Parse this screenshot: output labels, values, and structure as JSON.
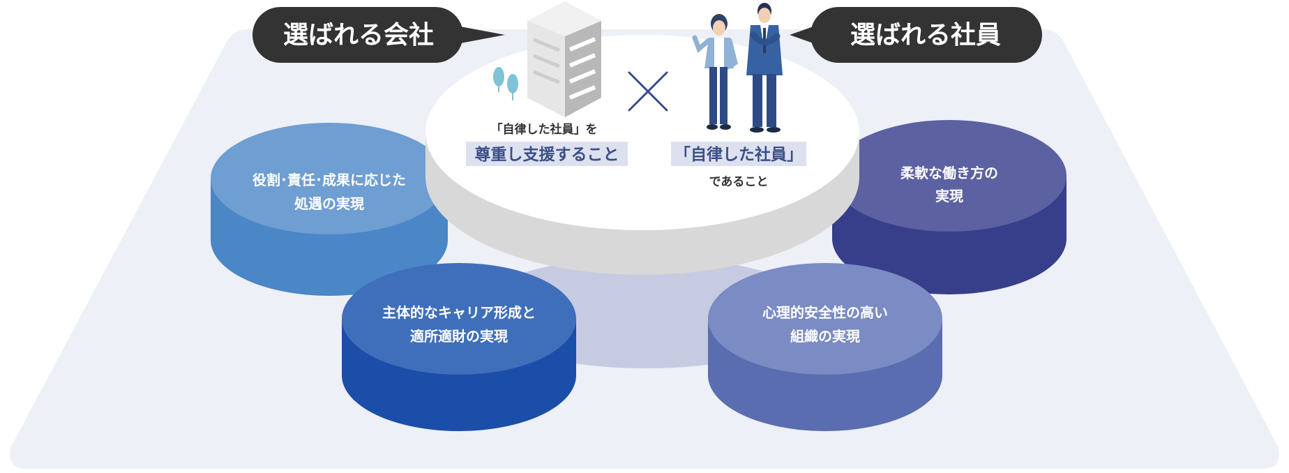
{
  "callouts": {
    "company": "選ばれる会社",
    "employee": "選ばれる社員"
  },
  "center": {
    "company_line1": "「自律した社員」を",
    "company_line2": "尊重し支援すること",
    "cross_symbol": "×",
    "employee_line1": "「自律した社員」",
    "employee_line2": "であること"
  },
  "pillars": [
    {
      "line1": "役割･責任･成果に応じた",
      "line2": "処遇の実現"
    },
    {
      "line1": "主体的なキャリア形成と",
      "line2": "適所適財の実現"
    },
    {
      "line1": "柔軟な働き方の",
      "line2": "実現"
    },
    {
      "line1": "心理的安全性の高い",
      "line2": "組織の実現"
    }
  ],
  "colors": {
    "floor": "#eef0f7",
    "callout_bg": "#333333",
    "center_top": "#ffffff",
    "center_side": "#d8d8d8",
    "highlight": "#dde1ef",
    "highlight_text": "#3b4f86",
    "pillar_tl_top": "#6e9ed2",
    "pillar_tl_side": "#4b86c6",
    "pillar_bl_top": "#3f6fba",
    "pillar_bl_side": "#1b4ea8",
    "pillar_tr_top": "#5c61a1",
    "pillar_tr_side": "#373f8a",
    "pillar_br_top": "#7b8bc4",
    "pillar_br_side": "#5a6db0"
  },
  "icons": [
    "building-icon",
    "tree-icon",
    "cross-icon",
    "woman-employee-icon",
    "man-employee-icon"
  ]
}
